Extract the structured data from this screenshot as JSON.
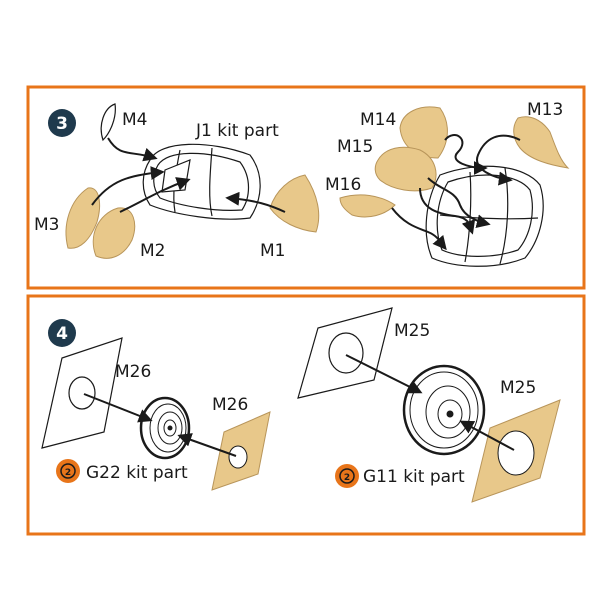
{
  "colors": {
    "frame": "#e8751a",
    "mask": "#e8c88a",
    "mask_stroke": "#b8955a",
    "step_badge": "#1f3a4d",
    "kit_icon": "#e8751a",
    "line": "#1a1a1a"
  },
  "steps": [
    {
      "number": "3",
      "labels": {
        "m4": "M4",
        "j1": "J1 kit part",
        "m3": "M3",
        "m2": "M2",
        "m1": "M1",
        "m14": "M14",
        "m13": "M13",
        "m15": "M15",
        "m16": "M16"
      }
    },
    {
      "number": "4",
      "labels": {
        "m26a": "M26",
        "m26b": "M26",
        "g22": "G22 kit part",
        "m25a": "M25",
        "m25b": "M25",
        "g11": "G11 kit part"
      }
    }
  ]
}
